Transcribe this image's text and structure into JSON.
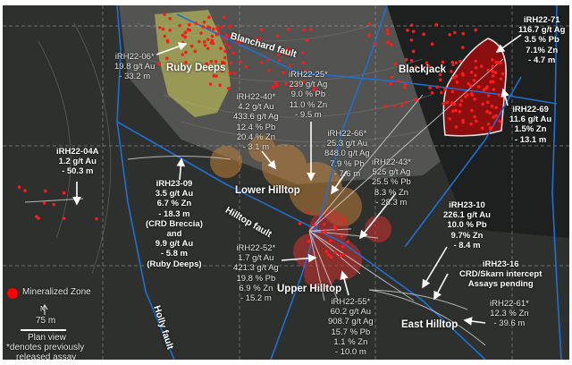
{
  "map": {
    "view": "Plan view",
    "scale_bar": "75 m",
    "north": "N",
    "legend": {
      "mineralized_zone": "Mineralized Zone",
      "mineralized_color": "#ff0000"
    },
    "footnote_line1": "*denotes previously",
    "footnote_line2": "released assay",
    "colors": {
      "fault": "#1f6fd6",
      "ruby_deeps_zone": "#c8c85a",
      "lower_hilltop_zone": "#c8853a",
      "upper_hilltop_zone": "#d23030",
      "blackjack_zone": "#9a0d0d",
      "drill_trace": "#d8d8d8"
    }
  },
  "zones": [
    "Ruby Deeps",
    "Blackjack",
    "Lower Hilltop",
    "Upper Hilltop",
    "East Hilltop"
  ],
  "faults": [
    "Blanchard fault",
    "Hilltop fault",
    "Holly fault"
  ],
  "intercepts": [
    {
      "hole": "iRH22-06*",
      "lines": [
        "19.8 g/t Au",
        "- 33.2 m"
      ]
    },
    {
      "hole": "iRH22-25*",
      "lines": [
        "239 g/t Ag",
        "9.0 % Pb",
        "11.0 % Zn",
        "- 9.5 m"
      ]
    },
    {
      "hole": "iRH22-40*",
      "lines": [
        "4.2 g/t Au",
        "433.6 g/t Ag",
        "12.4 % Pb",
        "20.4 % Zn",
        "- 3.1 m"
      ]
    },
    {
      "hole": "iRH22-66*",
      "lines": [
        "25.3 g/t Au",
        "848.0 g/t Ag",
        "7.9 % Pb",
        "- 7.6 m"
      ]
    },
    {
      "hole": "iRH22-43*",
      "lines": [
        "525 g/t Ag",
        "25.5 % Pb",
        "8.3 % Zn",
        "- 28.3 m"
      ]
    },
    {
      "hole": "iRH22-71",
      "lines": [
        "116.7 g/t Ag",
        "3.5 % Pb",
        "7.1% Zn",
        "- 4.7 m"
      ]
    },
    {
      "hole": "iRH22-69",
      "lines": [
        "11.6 g/t Au",
        "1.5% Zn",
        "- 13.1 m"
      ]
    },
    {
      "hole": "iRH22-04A",
      "lines": [
        "1.2 g/t Au",
        "- 50.3 m"
      ]
    },
    {
      "hole": "iRH23-09",
      "lines": [
        "3.5 g/t Au",
        "6.7 % Zn",
        "- 18.3 m",
        "(CRD Breccia)",
        "and",
        "9.9 g/t Au",
        "- 5.8 m",
        "(Ruby Deeps)"
      ]
    },
    {
      "hole": "iRH22-52*",
      "lines": [
        "1.7 g/t Au",
        "421.3 g/t Ag",
        "19.8 % Pb",
        "6.9 % Zn",
        "- 15.2 m"
      ]
    },
    {
      "hole": "iRH22-55*",
      "lines": [
        "60.2 g/t Au",
        "908.7 g/t Ag",
        "15.7 % Pb",
        "1.1 % Zn",
        "- 10.0 m"
      ]
    },
    {
      "hole": "iRH23-10",
      "lines": [
        "226.1 g/t Au",
        "10.0 % Pb",
        "9.7% Zn",
        "- 8.4 m"
      ]
    },
    {
      "hole": "iRH23-16",
      "lines": [
        "CRD/Skarn intercept",
        "Assays pending"
      ]
    },
    {
      "hole": "iRH22-61*",
      "lines": [
        "12.3 % Zn",
        "- 39.6 m"
      ]
    }
  ]
}
